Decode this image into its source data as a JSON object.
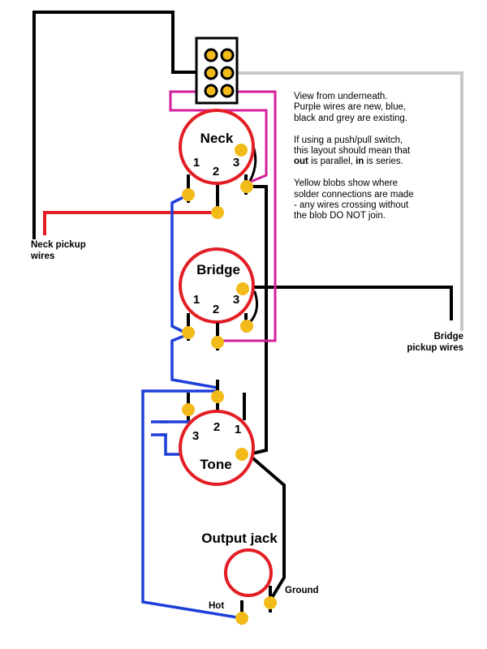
{
  "pots": {
    "neck": {
      "title": "Neck",
      "pin1": "1",
      "pin2": "2",
      "pin3": "3"
    },
    "bridge": {
      "title": "Bridge",
      "pin1": "1",
      "pin2": "2",
      "pin3": "3"
    },
    "tone": {
      "title": "Tone",
      "pin1": "1",
      "pin2": "2",
      "pin3": "3"
    }
  },
  "jack": {
    "title": "Output jack",
    "hot_label": "Hot",
    "ground_label": "Ground"
  },
  "pickups": {
    "neck_label_line1": "Neck pickup",
    "neck_label_line2": "wires",
    "bridge_label_line1": "Bridge",
    "bridge_label_line2": "pickup wires"
  },
  "notes": {
    "para1": "View from underneath. Purple wires are new, blue, black and grey are existing.",
    "para2_a": "If using a push/pull switch, this layout should mean that ",
    "para2_out": "out",
    "para2_b": " is parallel, ",
    "para2_in": "in",
    "para2_c": " is series.",
    "para3": "Yellow blobs show where solder connections are made - any wires crossing without the blob DO NOT join."
  },
  "colors": {
    "black_wire": "#000000",
    "red_wire": "#e31e24",
    "blue_wire": "#1f3fd9",
    "purple_wire": "#d41f9a",
    "grey_wire": "#c8c8c8",
    "solder_blob": "#f2bb1a",
    "pot_outline": "#e31e24"
  }
}
